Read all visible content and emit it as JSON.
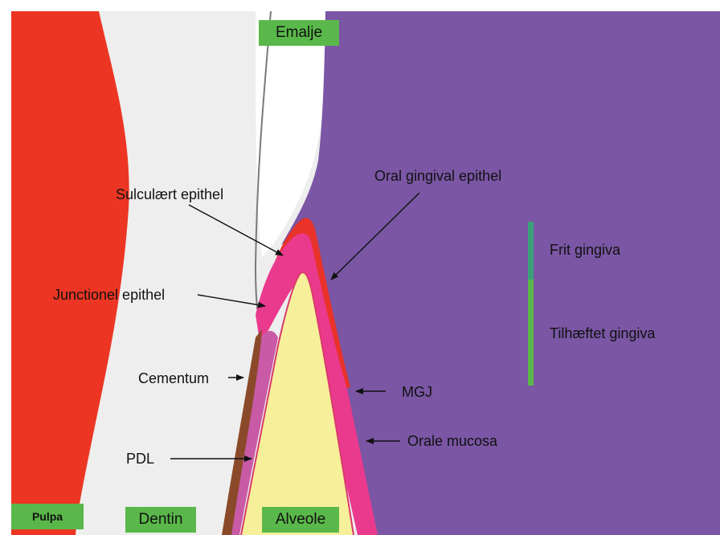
{
  "labels": {
    "emalje": "Emalje",
    "sulculaert_epithel": "Sulculært epithel",
    "oral_gingival_epithel": "Oral gingival epithel",
    "frit_gingiva": "Frit gingiva",
    "junctionel_epithel": "Junctionel epithel",
    "tilhaeftet_gingiva": "Tilhæftet gingiva",
    "cementum": "Cementum",
    "mgj": "MGJ",
    "orale_mucosa": "Orale mucosa",
    "pdl": "PDL",
    "pulpa": "Pulpa",
    "dentin": "Dentin",
    "alveole": "Alveole"
  },
  "colors": {
    "pulpa": "#ec3623",
    "dentin": "#eeeeee",
    "emalje": "#ffffff",
    "mucosa": "#7a56a4",
    "bone": "#f7f09a",
    "epithel_pink": "#ea3a8e",
    "gingiva_red": "#e8322a",
    "pdl": "#c85aa6",
    "cementum": "#8a4a2a",
    "label_green": "#5ab84a",
    "frit_bar": "#3aa07a",
    "tilhaeftet_bar": "#5ab84a"
  }
}
